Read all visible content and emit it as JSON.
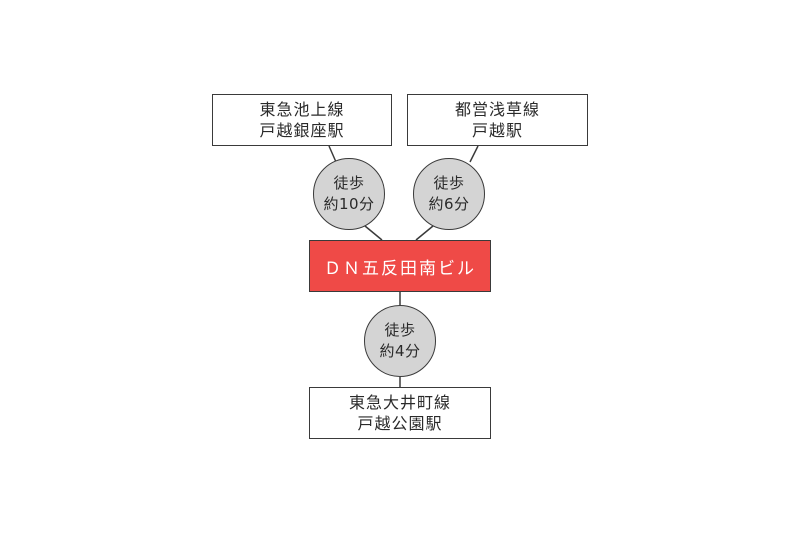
{
  "stations": {
    "tokyu_ikegami": {
      "line": "東急池上線",
      "station": "戸越銀座駅"
    },
    "toei_asakusa": {
      "line": "都営浅草線",
      "station": "戸越駅"
    },
    "tokyu_oimachi": {
      "line": "東急大井町線",
      "station": "戸越公園駅"
    }
  },
  "building": {
    "name": "ＤＮ五反田南ビル",
    "fill_color": "#ef4a47"
  },
  "walks": {
    "ikegami": {
      "label": "徒歩",
      "time": "約10分"
    },
    "asakusa": {
      "label": "徒歩",
      "time": "約6分"
    },
    "oimachi": {
      "label": "徒歩",
      "time": "約4分"
    }
  }
}
